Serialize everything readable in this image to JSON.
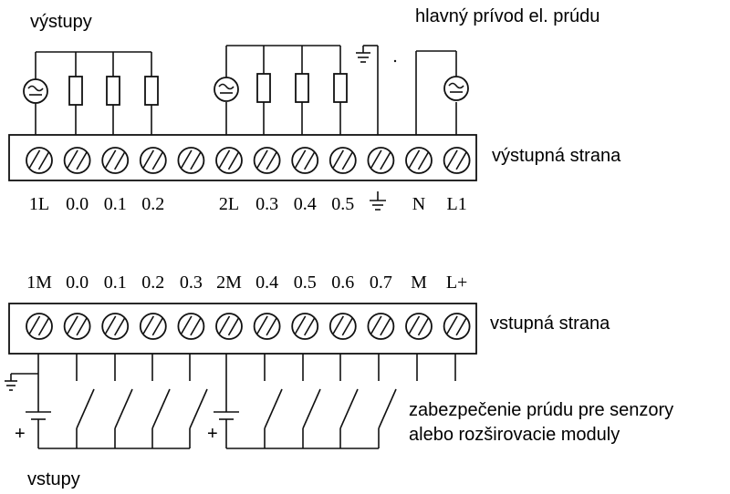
{
  "labels": {
    "outputs_heading": "výstupy",
    "main_power_heading": "hlavný prívod el. prúdu",
    "output_side": "výstupná strana",
    "input_side": "vstupná strana",
    "sensor_note_line1": "zabezpečenie prúdu pre senzory",
    "sensor_note_line2": "alebo rozširovacie moduly",
    "inputs_heading": "vstupy",
    "plus_sign": "+"
  },
  "output_terminals": [
    "1L",
    "0.0",
    "0.1",
    "0.2",
    "",
    "2L",
    "0.3",
    "0.4",
    "0.5",
    "⏚",
    "N",
    "L1"
  ],
  "input_terminals": [
    "1M",
    "0.0",
    "0.1",
    "0.2",
    "0.3",
    "2M",
    "0.4",
    "0.5",
    "0.6",
    "0.7",
    "M",
    "L+"
  ],
  "icons": {
    "ac_source": "ac-source-icon",
    "load": "load-resistor-icon",
    "ground": "ground-icon",
    "screw": "screw-terminal-icon",
    "switch": "switch-contact-icon",
    "battery": "dc-battery-icon"
  }
}
